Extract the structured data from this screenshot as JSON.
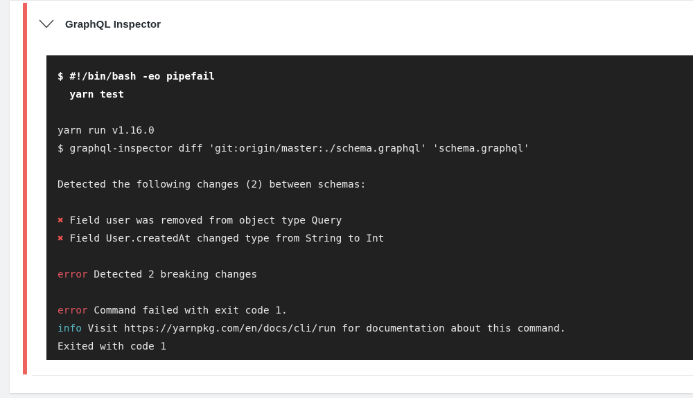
{
  "check": {
    "title": "GraphQL Inspector",
    "toggle_icon": "chevron-down-icon",
    "status_color": "#f0625e"
  },
  "terminal": {
    "background_color": "#212121",
    "text_color": "#e8e8e8",
    "error_color": "#e05561",
    "info_color": "#56b6c2",
    "cross_color": "#ef5350",
    "cross_glyph": "✖",
    "lines": [
      {
        "id": "l1",
        "bold": true,
        "text": "$ #!/bin/bash -eo pipefail"
      },
      {
        "id": "l2",
        "bold": true,
        "text": "  yarn test"
      },
      {
        "id": "l3",
        "blank": true,
        "text": ""
      },
      {
        "id": "l4",
        "text": "yarn run v1.16.0"
      },
      {
        "id": "l5",
        "text": "$ graphql-inspector diff 'git:origin/master:./schema.graphql' 'schema.graphql'"
      },
      {
        "id": "l6",
        "blank": true,
        "text": ""
      },
      {
        "id": "l7",
        "text": "Detected the following changes (2) between schemas:"
      },
      {
        "id": "l8",
        "blank": true,
        "text": ""
      },
      {
        "id": "l9",
        "prefix": "✖",
        "prefix_kind": "cross",
        "text": " Field user was removed from object type Query"
      },
      {
        "id": "l10",
        "prefix": "✖",
        "prefix_kind": "cross",
        "text": " Field User.createdAt changed type from String to Int"
      },
      {
        "id": "l11",
        "blank": true,
        "text": ""
      },
      {
        "id": "l12",
        "prefix": "error",
        "prefix_kind": "error",
        "text": " Detected 2 breaking changes"
      },
      {
        "id": "l13",
        "blank": true,
        "text": ""
      },
      {
        "id": "l14",
        "prefix": "error",
        "prefix_kind": "error",
        "text": " Command failed with exit code 1."
      },
      {
        "id": "l15",
        "prefix": "info",
        "prefix_kind": "info",
        "text": " Visit https://yarnpkg.com/en/docs/cli/run for documentation about this command."
      },
      {
        "id": "l16",
        "text": "Exited with code 1"
      }
    ]
  }
}
